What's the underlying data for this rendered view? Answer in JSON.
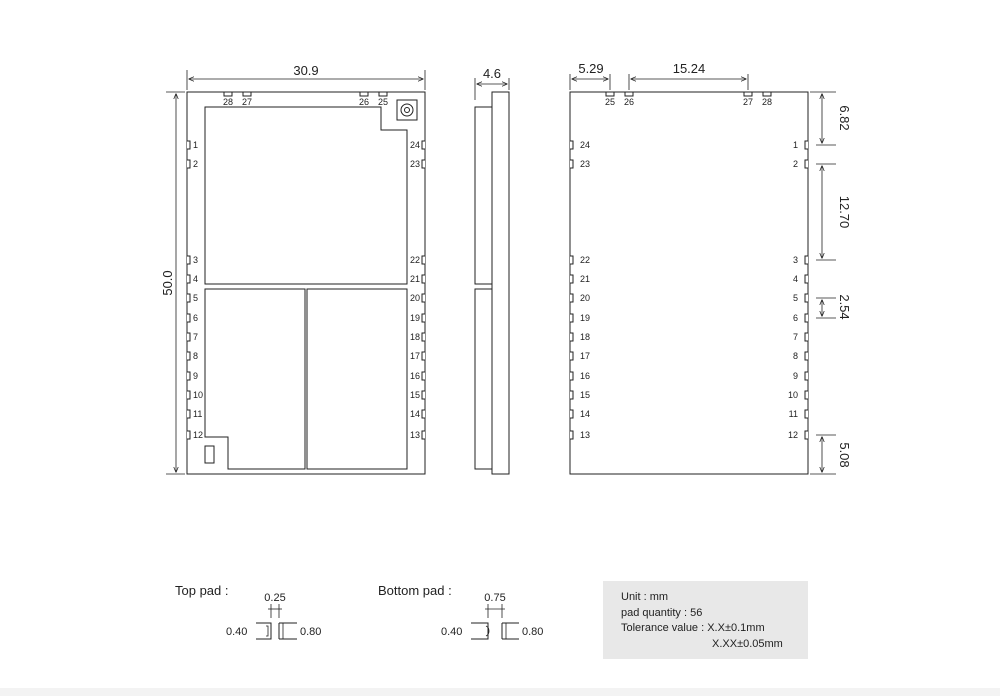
{
  "top_view": {
    "width_dim": "30.9",
    "height_dim": "50.0",
    "top_pins": [
      "28",
      "27",
      "26",
      "25"
    ],
    "left_pins": [
      "1",
      "2",
      "3",
      "4",
      "5",
      "6",
      "7",
      "8",
      "9",
      "10",
      "11",
      "12"
    ],
    "right_pins": [
      "24",
      "23",
      "22",
      "21",
      "20",
      "19",
      "18",
      "17",
      "16",
      "15",
      "14",
      "13"
    ]
  },
  "side_view": {
    "thickness_dim": "4.6"
  },
  "bottom_view": {
    "dim_left": "5.29",
    "dim_top": "15.24",
    "dim_pin1": "6.82",
    "dim_pin_group": "12.70",
    "dim_pitch": "2.54",
    "dim_bottom": "5.08",
    "top_pins": [
      "25",
      "26",
      "27",
      "28"
    ],
    "left_pins": [
      "24",
      "23",
      "22",
      "21",
      "20",
      "19",
      "18",
      "17",
      "16",
      "15",
      "14",
      "13"
    ],
    "right_pins": [
      "1",
      "2",
      "3",
      "4",
      "5",
      "6",
      "7",
      "8",
      "9",
      "10",
      "11",
      "12"
    ]
  },
  "top_pad": {
    "title": "Top pad :",
    "width": "0.25",
    "left": "0.40",
    "right": "0.80"
  },
  "bottom_pad": {
    "title": "Bottom pad :",
    "width": "0.75",
    "left": "0.40",
    "right": "0.80"
  },
  "info": {
    "unit": "Unit : mm",
    "pad_quantity": "pad quantity : 56",
    "tolerance1": "Tolerance value : X.X±0.1mm",
    "tolerance2": "X.XX±0.05mm"
  }
}
